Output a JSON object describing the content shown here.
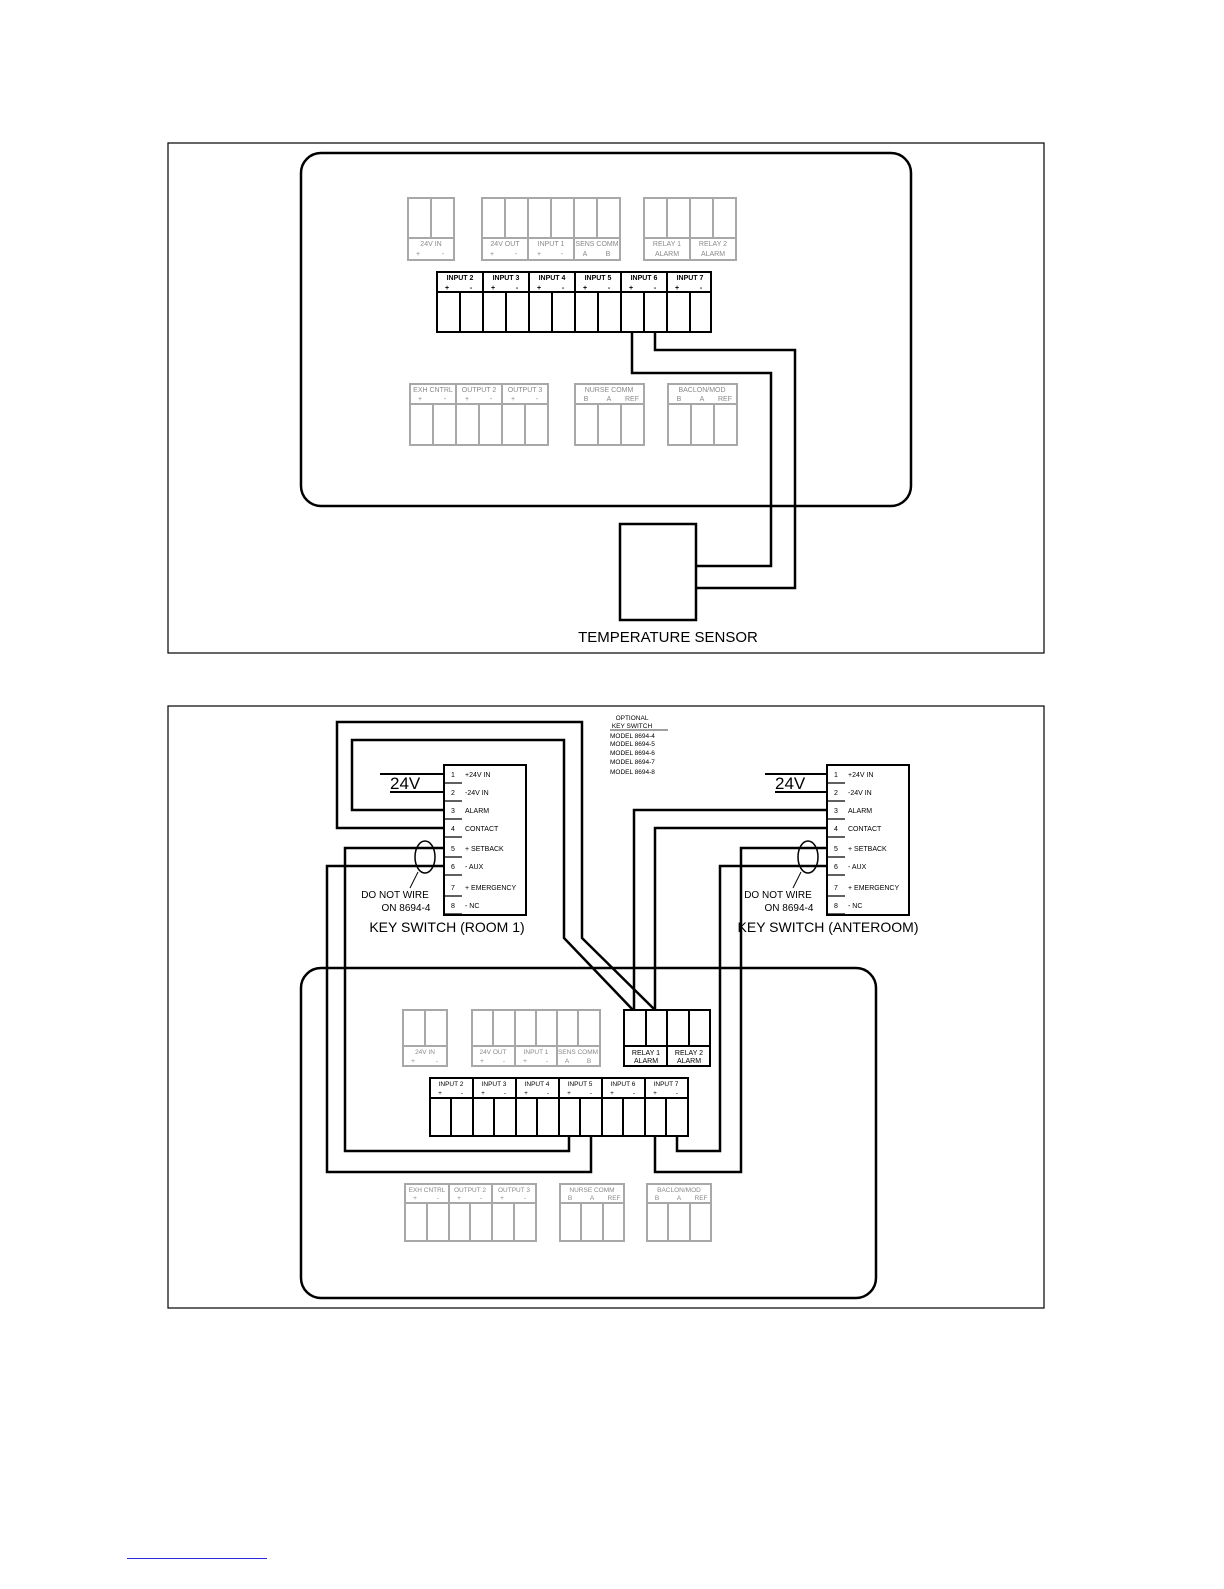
{
  "panels": [
    {
      "top_labels": [
        {
          "name": "24V IN",
          "pins": [
            "+",
            "-"
          ]
        },
        {
          "name": "24V OUT",
          "pins": [
            "+",
            "-"
          ]
        },
        {
          "name": "INPUT 1",
          "pins": [
            "+",
            "-"
          ]
        },
        {
          "name": "SENS COMM",
          "pins": [
            "A",
            "B"
          ]
        },
        {
          "name": "RELAY 1",
          "sub": "ALARM"
        },
        {
          "name": "RELAY 2",
          "sub": "ALARM"
        }
      ],
      "mid_labels": [
        {
          "name": "INPUT 2",
          "pins": [
            "+",
            "-"
          ]
        },
        {
          "name": "INPUT 3",
          "pins": [
            "+",
            "-"
          ]
        },
        {
          "name": "INPUT 4",
          "pins": [
            "+",
            "-"
          ]
        },
        {
          "name": "INPUT 5",
          "pins": [
            "+",
            "-"
          ]
        },
        {
          "name": "INPUT 6",
          "pins": [
            "+",
            "-"
          ]
        },
        {
          "name": "INPUT 7",
          "pins": [
            "+",
            "-"
          ]
        }
      ],
      "bottom_labels": [
        {
          "name": "EXH CNTRL",
          "pins": [
            "+",
            "-"
          ]
        },
        {
          "name": "OUTPUT 2",
          "pins": [
            "+",
            "-"
          ]
        },
        {
          "name": "OUTPUT 3",
          "pins": [
            "+",
            "-"
          ]
        },
        {
          "name": "NURSE COMM",
          "pins": [
            "B",
            "A",
            "REF"
          ]
        },
        {
          "name": "BACLON/MOD",
          "pins": [
            "B",
            "A",
            "REF"
          ]
        }
      ]
    }
  ],
  "diagram1": {
    "sensor_label": "TEMPERATURE SENSOR"
  },
  "diagram2": {
    "optional": [
      "OPTIONAL",
      "KEY SWITCH",
      "MODEL 8694-4",
      "MODEL 8694-5",
      "MODEL 8694-6",
      "MODEL 8694-7",
      "MODEL 8694-8"
    ],
    "voltage": "24V",
    "key_terminals": [
      {
        "num": "1",
        "label": "+24V IN"
      },
      {
        "num": "2",
        "label": "-24V IN"
      },
      {
        "num": "3",
        "label": "ALARM"
      },
      {
        "num": "4",
        "label": "CONTACT"
      },
      {
        "num": "5",
        "label": "+ SETBACK"
      },
      {
        "num": "6",
        "label": "- AUX"
      },
      {
        "num": "7",
        "label": "+ EMERGENCY"
      },
      {
        "num": "8",
        "label": "- NC"
      }
    ],
    "note_line1": "DO NOT WIRE",
    "note_line2": "ON 8694-4",
    "room1_title": "KEY SWITCH (ROOM 1)",
    "anteroom_title": "KEY SWITCH (ANTEROOM)"
  }
}
